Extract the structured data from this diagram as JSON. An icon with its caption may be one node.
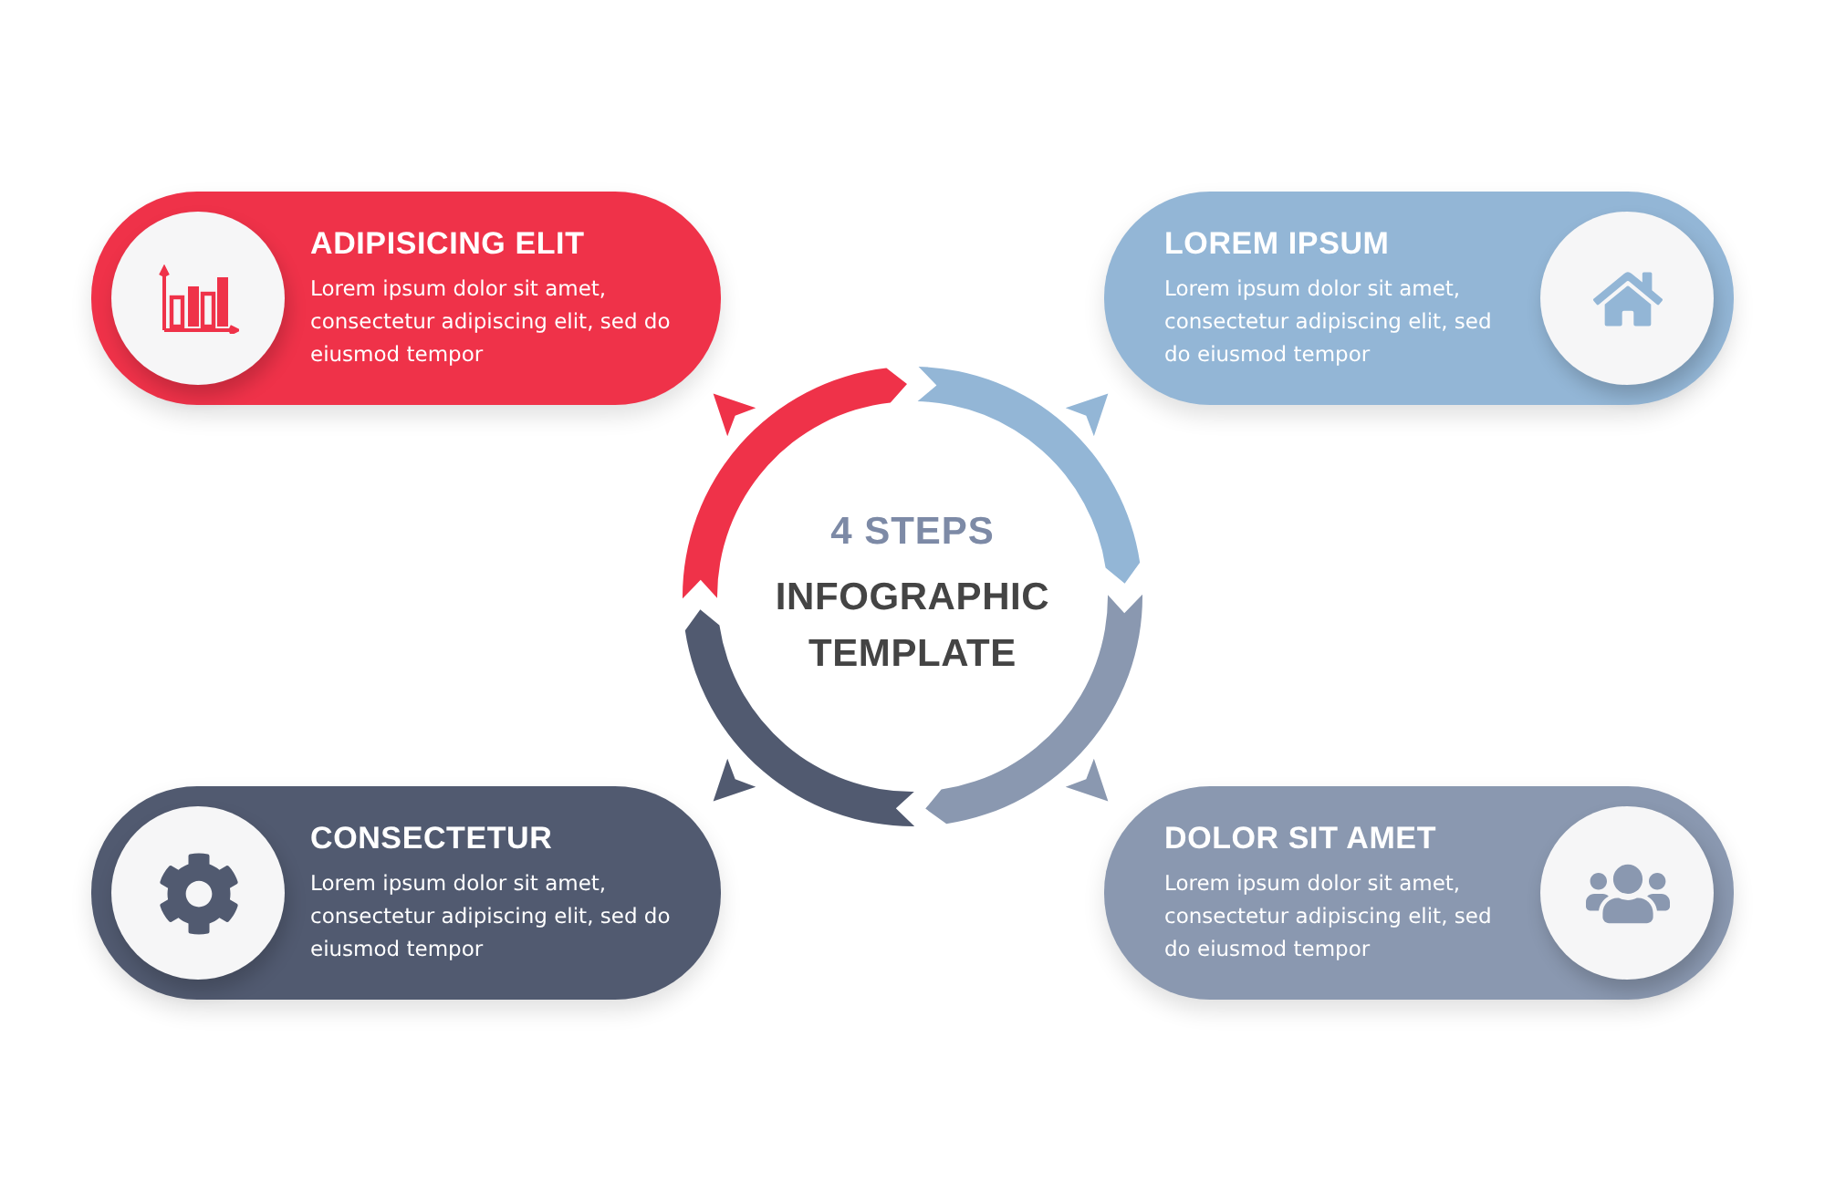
{
  "diagram": {
    "nodes": [
      {
        "text": [
          "ADIPISICING ELIT",
          "Lorem ipsum dolor sit amet, consectetur adipiscing elit, sed do eiusmod tempor"
        ]
      },
      {
        "text": [
          "LOREM IPSUM",
          "Lorem ipsum dolor sit amet, consectetur adipiscing elit, sed do eiusmod tempor"
        ]
      },
      {
        "text": [
          "CONSECTETUR",
          "Lorem ipsum dolor sit amet, consectetur adipiscing elit, sed do eiusmod tempor"
        ]
      },
      {
        "text": [
          "DOLOR SIT AMET",
          "Lorem ipsum dolor sit amet, consectetur adipiscing elit, sed do eiusmod tempor"
        ]
      },
      {
        "text": [
          "4 STEPS",
          "INFOGRAPHIC TEMPLATE"
        ]
      }
    ]
  }
}
